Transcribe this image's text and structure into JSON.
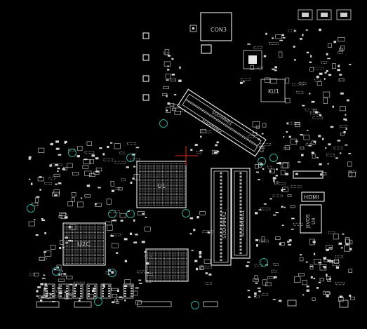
{
  "board": {
    "background": "#000000",
    "silkscreen_color": "#d8d8d8",
    "via_ring_color": "#2fa89a",
    "cursor_color": "#e0281e"
  },
  "labels": {
    "con3": "CON3",
    "ku1": "KU1",
    "u1": "U1",
    "u2c": "U2C",
    "sodimm_b1": "SODIMMB1",
    "sodimm_b2": "SODIMMB2",
    "sodimm_a1": "SODIMMA1",
    "sodimm_a2": "SODIMMA2",
    "hdmi": "HDMI",
    "jlvds": "JLVDS",
    "u4": "U4"
  }
}
